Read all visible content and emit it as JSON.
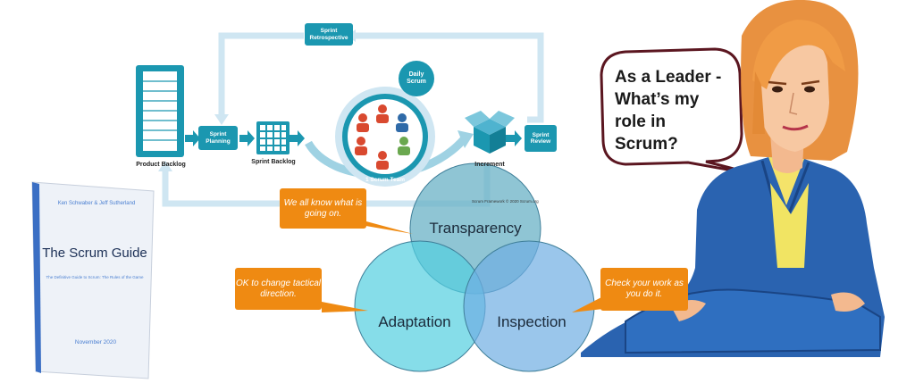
{
  "framework": {
    "product_backlog": "Product Backlog",
    "sprint_planning": "Sprint Planning",
    "sprint_backlog": "Sprint Backlog",
    "daily_scrum": "Daily Scrum",
    "scrum_team": "1 Scrum Team",
    "increment": "Increment",
    "sprint_review": "Sprint Review",
    "sprint_retrospective": "Sprint Retrospective",
    "credit": "Scrum Framework © 2020 Scrum.org",
    "accent_color": "#1b97b0"
  },
  "guide": {
    "authors": "Ken Schwaber & Jeff Sutherland",
    "title": "The Scrum Guide",
    "subtitle": "The Definitive Guide to Scrum: The Rules of the Game",
    "date": "November 2020"
  },
  "venn": {
    "transparency": "Transparency",
    "adaptation": "Adaptation",
    "inspection": "Inspection"
  },
  "callouts": {
    "transparency": "We all know what is going on.",
    "adaptation": "OK to change tactical direction.",
    "inspection": "Check your work as you do it.",
    "color": "#ef8a12"
  },
  "speech": {
    "lines": [
      "As a Leader -",
      "What’s my",
      "role in",
      "Scrum?"
    ]
  }
}
